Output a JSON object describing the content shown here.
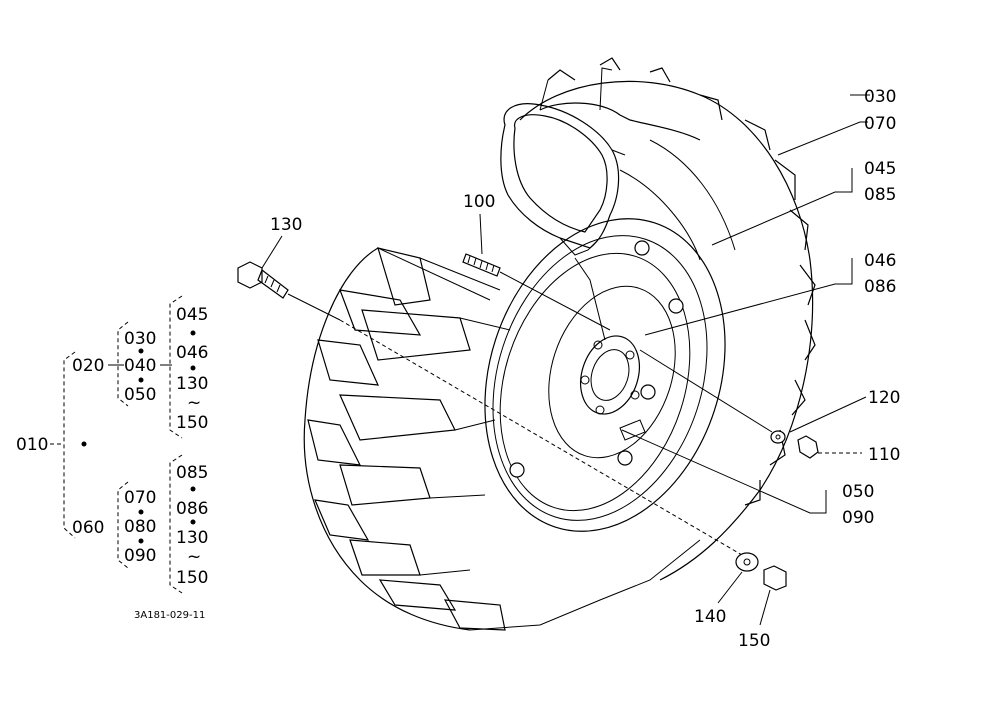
{
  "parts": {
    "p030_top": "030",
    "p070": "070",
    "p045_top": "045",
    "p085_top": "085",
    "p046_top": "046",
    "p086_top": "086",
    "p100": "100",
    "p130_top": "130",
    "p120": "120",
    "p110": "110",
    "p050_right": "050",
    "p090_right": "090",
    "p140": "140",
    "p150_bottom": "150"
  },
  "tree": {
    "root": "010",
    "branch_a": "020",
    "branch_b": "060",
    "a_group": [
      "030",
      "040",
      "050"
    ],
    "a_sub": [
      "045",
      "046",
      "130",
      "~",
      "150"
    ],
    "b_group": [
      "070",
      "080",
      "090"
    ],
    "b_sub": [
      "085",
      "086",
      "130",
      "~",
      "150"
    ]
  },
  "drawing_code": "3A181-029-11"
}
